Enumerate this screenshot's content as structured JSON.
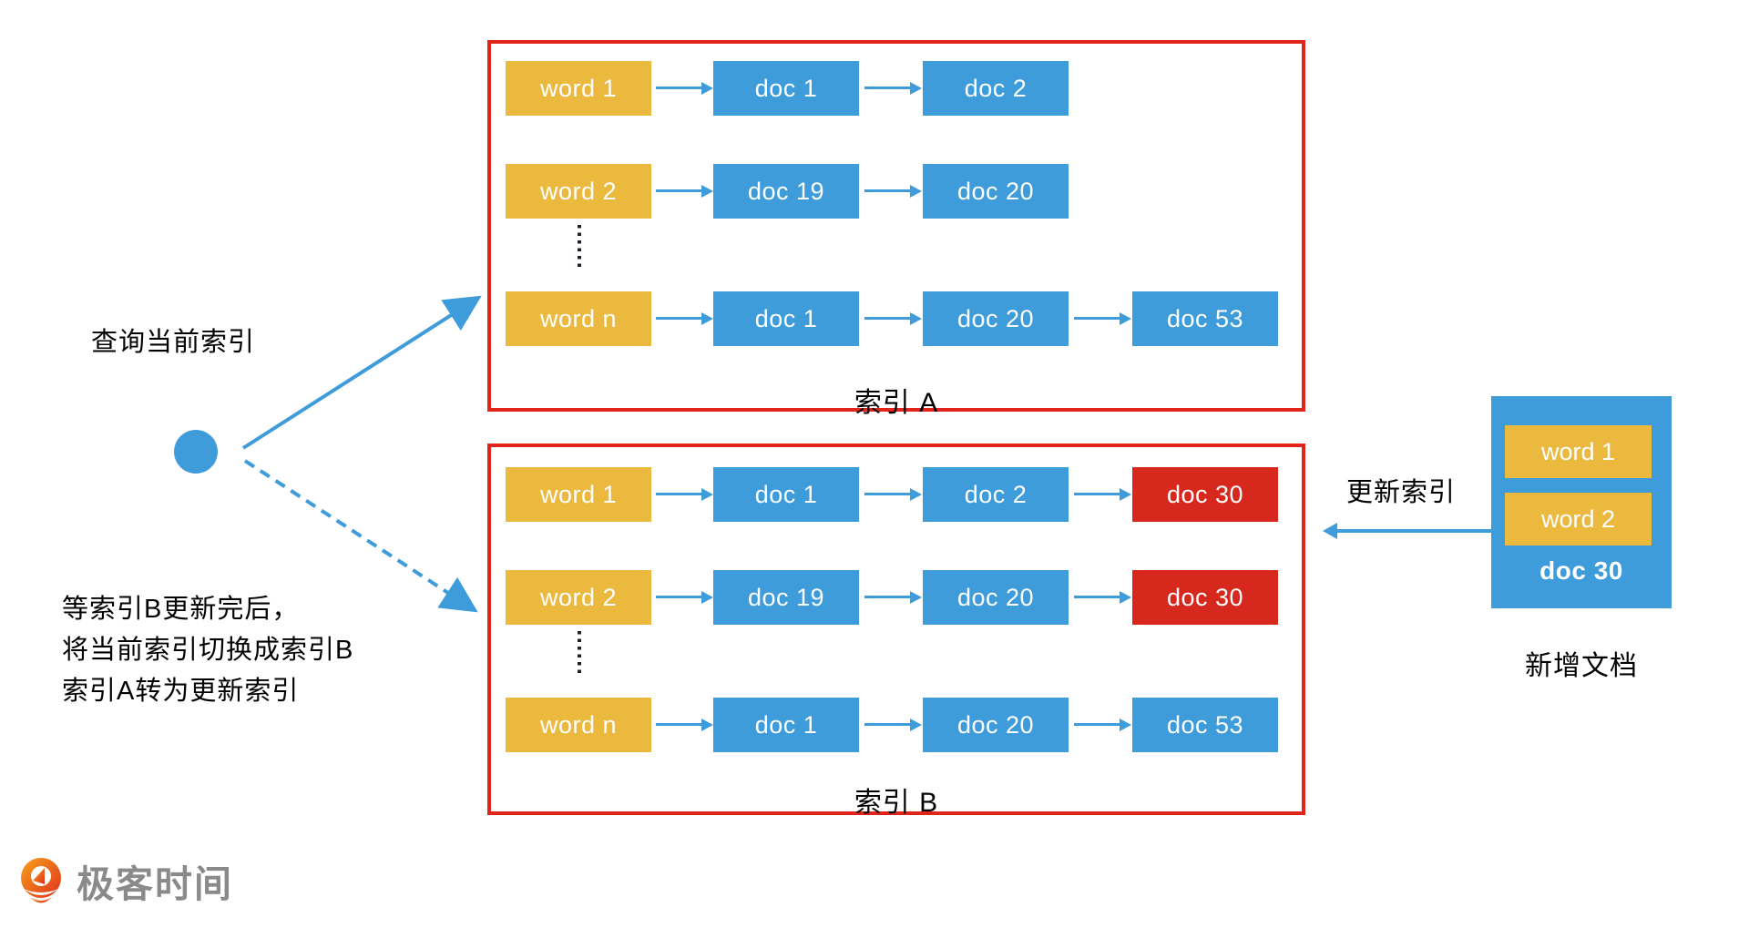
{
  "colors": {
    "node_blue": "#3E9CDB",
    "node_yellow": "#ECB93F",
    "node_red": "#D6281C",
    "frame_red": "#E2251B",
    "arrow_blue": "#3E9CDB",
    "text_black": "#000000",
    "logo_gray": "#8A8A8A"
  },
  "left": {
    "query_label": "查询当前索引",
    "note_lines": {
      "l1": "等索引B更新完后，",
      "l2": "将当前索引切换成索引B",
      "l3": "索引A转为更新索引"
    }
  },
  "index_a": {
    "label": "索引 A",
    "rows": [
      {
        "cells": [
          {
            "text": "word 1"
          },
          {
            "text": "doc 1"
          },
          {
            "text": "doc 2"
          }
        ]
      },
      {
        "cells": [
          {
            "text": "word 2"
          },
          {
            "text": "doc 19"
          },
          {
            "text": "doc 20"
          }
        ]
      },
      {
        "cells": [
          {
            "text": "word n"
          },
          {
            "text": "doc 1"
          },
          {
            "text": "doc 20"
          },
          {
            "text": "doc 53"
          }
        ]
      }
    ]
  },
  "index_b": {
    "label": "索引 B",
    "rows": [
      {
        "cells": [
          {
            "text": "word 1"
          },
          {
            "text": "doc 1"
          },
          {
            "text": "doc 2"
          },
          {
            "text": "doc 30"
          }
        ]
      },
      {
        "cells": [
          {
            "text": "word 2"
          },
          {
            "text": "doc 19"
          },
          {
            "text": "doc 20"
          },
          {
            "text": "doc 30"
          }
        ]
      },
      {
        "cells": [
          {
            "text": "word n"
          },
          {
            "text": "doc 1"
          },
          {
            "text": "doc 20"
          },
          {
            "text": "doc 53"
          }
        ]
      }
    ]
  },
  "new_doc": {
    "panel_label": "新增文档",
    "update_label": "更新索引",
    "doc_label": "doc 30",
    "words": {
      "w1": "word 1",
      "w2": "word 2"
    }
  },
  "logo": {
    "text": "极客时间"
  }
}
